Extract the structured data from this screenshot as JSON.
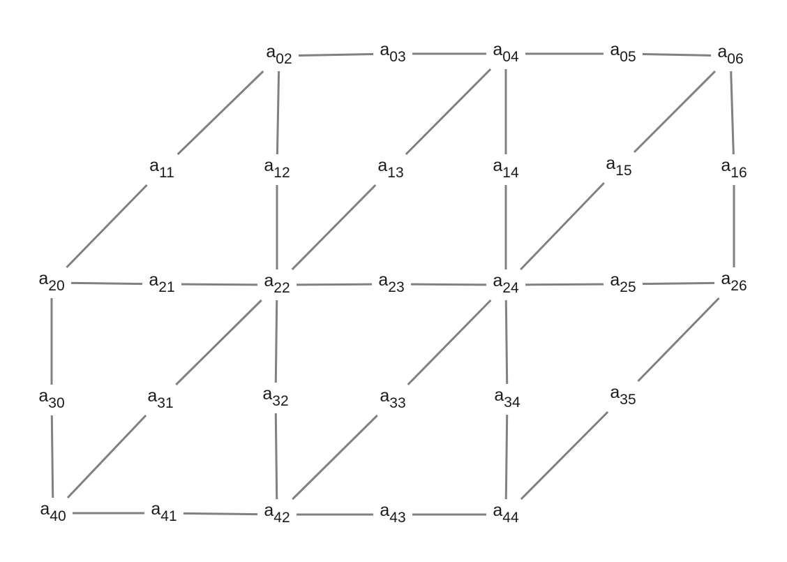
{
  "diagram": {
    "edge_color": "#808080",
    "text_color": "#1a1a1a",
    "nodes": [
      {
        "id": "02",
        "base": "a",
        "sub": "02"
      },
      {
        "id": "03",
        "base": "a",
        "sub": "03"
      },
      {
        "id": "04",
        "base": "a",
        "sub": "04"
      },
      {
        "id": "05",
        "base": "a",
        "sub": "05"
      },
      {
        "id": "06",
        "base": "a",
        "sub": "06"
      },
      {
        "id": "11",
        "base": "a",
        "sub": "11"
      },
      {
        "id": "12",
        "base": "a",
        "sub": "12"
      },
      {
        "id": "13",
        "base": "a",
        "sub": "13"
      },
      {
        "id": "14",
        "base": "a",
        "sub": "14"
      },
      {
        "id": "15",
        "base": "a",
        "sub": "15"
      },
      {
        "id": "16",
        "base": "a",
        "sub": "16"
      },
      {
        "id": "20",
        "base": "a",
        "sub": "20"
      },
      {
        "id": "21",
        "base": "a",
        "sub": "21"
      },
      {
        "id": "22",
        "base": "a",
        "sub": "22"
      },
      {
        "id": "23",
        "base": "a",
        "sub": "23"
      },
      {
        "id": "24",
        "base": "a",
        "sub": "24"
      },
      {
        "id": "25",
        "base": "a",
        "sub": "25"
      },
      {
        "id": "26",
        "base": "a",
        "sub": "26"
      },
      {
        "id": "30",
        "base": "a",
        "sub": "30"
      },
      {
        "id": "31",
        "base": "a",
        "sub": "31"
      },
      {
        "id": "32",
        "base": "a",
        "sub": "32"
      },
      {
        "id": "33",
        "base": "a",
        "sub": "33"
      },
      {
        "id": "34",
        "base": "a",
        "sub": "34"
      },
      {
        "id": "35",
        "base": "a",
        "sub": "35"
      },
      {
        "id": "40",
        "base": "a",
        "sub": "40"
      },
      {
        "id": "41",
        "base": "a",
        "sub": "41"
      },
      {
        "id": "42",
        "base": "a",
        "sub": "42"
      },
      {
        "id": "43",
        "base": "a",
        "sub": "43"
      },
      {
        "id": "44",
        "base": "a",
        "sub": "44"
      }
    ],
    "edges": [
      [
        "02",
        "03"
      ],
      [
        "03",
        "04"
      ],
      [
        "04",
        "05"
      ],
      [
        "05",
        "06"
      ],
      [
        "02",
        "12"
      ],
      [
        "12",
        "22"
      ],
      [
        "04",
        "14"
      ],
      [
        "14",
        "24"
      ],
      [
        "06",
        "16"
      ],
      [
        "16",
        "26"
      ],
      [
        "02",
        "11"
      ],
      [
        "11",
        "20"
      ],
      [
        "04",
        "13"
      ],
      [
        "13",
        "22"
      ],
      [
        "06",
        "15"
      ],
      [
        "15",
        "24"
      ],
      [
        "20",
        "21"
      ],
      [
        "21",
        "22"
      ],
      [
        "22",
        "23"
      ],
      [
        "23",
        "24"
      ],
      [
        "24",
        "25"
      ],
      [
        "25",
        "26"
      ],
      [
        "20",
        "30"
      ],
      [
        "30",
        "40"
      ],
      [
        "22",
        "32"
      ],
      [
        "32",
        "42"
      ],
      [
        "24",
        "34"
      ],
      [
        "34",
        "44"
      ],
      [
        "22",
        "31"
      ],
      [
        "31",
        "40"
      ],
      [
        "24",
        "33"
      ],
      [
        "33",
        "42"
      ],
      [
        "26",
        "35"
      ],
      [
        "35",
        "44"
      ],
      [
        "40",
        "41"
      ],
      [
        "41",
        "42"
      ],
      [
        "42",
        "43"
      ],
      [
        "43",
        "44"
      ]
    ]
  }
}
